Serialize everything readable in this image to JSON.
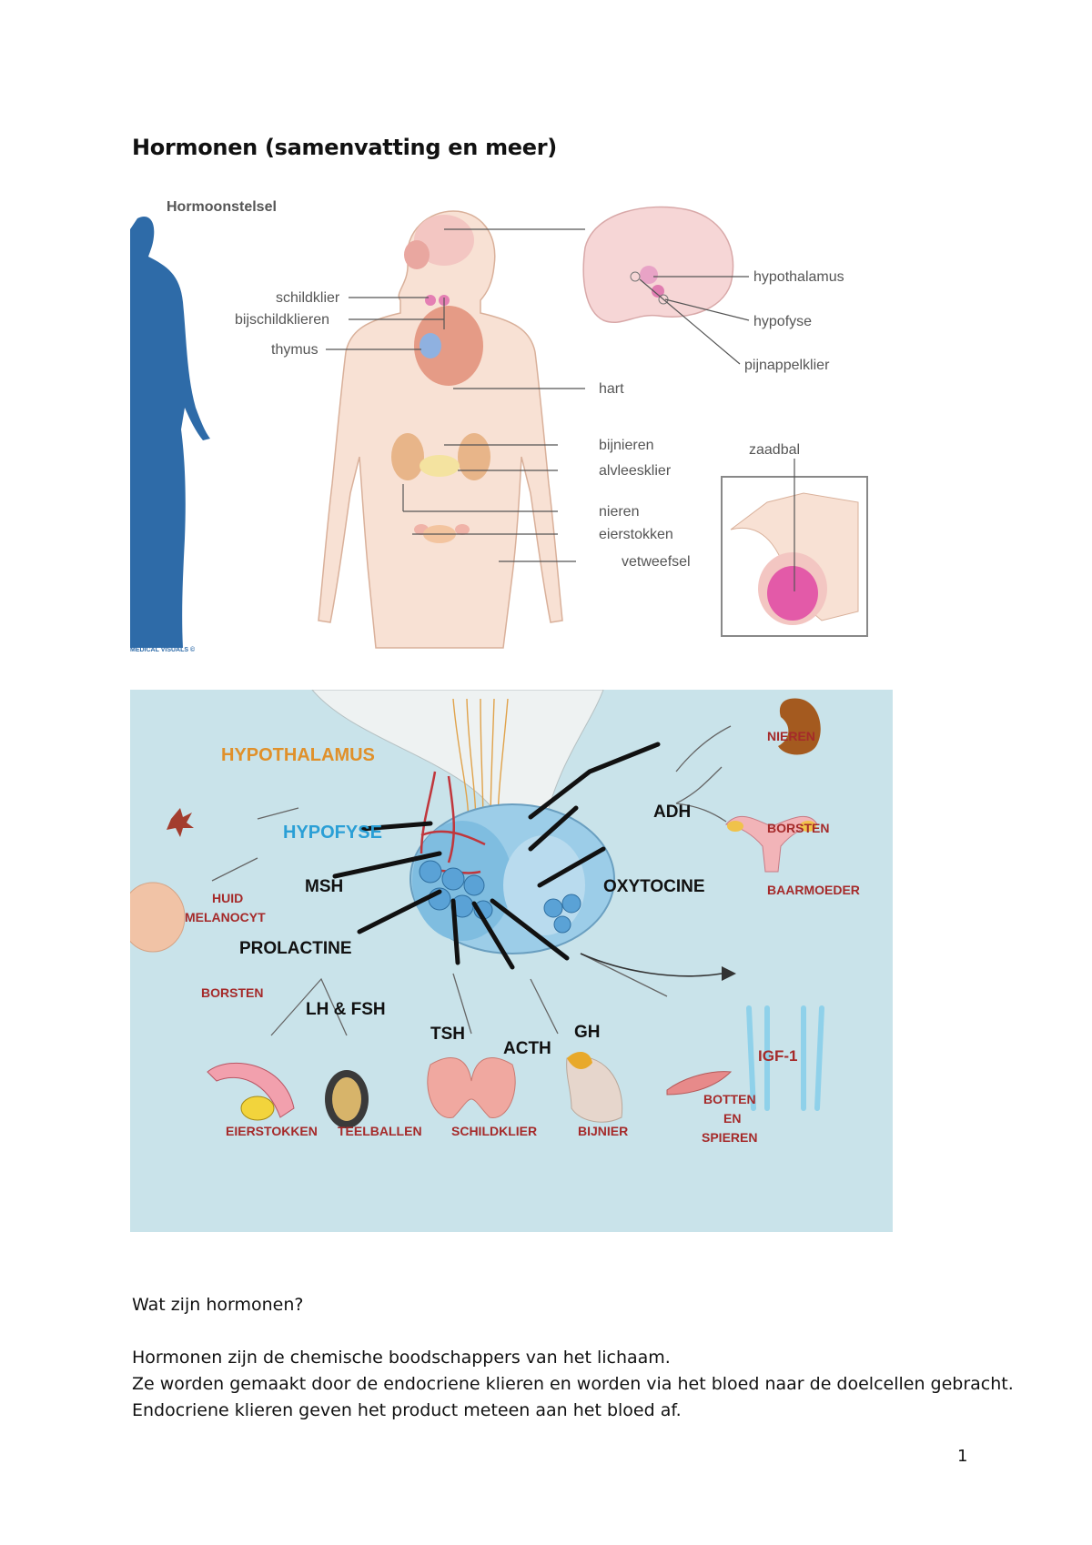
{
  "document": {
    "title": "Hormonen (samenvatting en meer)",
    "question": "Wat zijn hormonen?",
    "paragraphs": [
      "Hormonen zijn de chemische boodschappers van het lichaam.",
      "Ze worden gemaakt door de endocriene klieren en worden via het bloed naar de doelcellen gebracht.",
      "Endocriene klieren geven het product meteen aan het bloed af."
    ],
    "page_number": "1"
  },
  "figure1": {
    "heading": "Hormoonstelsel",
    "credit": "MEDICAL VISUALS ©",
    "labels": {
      "schildklier": "schildklier",
      "bijschildklieren": "bijschildklieren",
      "thymus": "thymus",
      "hypothalamus": "hypothalamus",
      "hypofyse": "hypofyse",
      "pijnappelklier": "pijnappelklier",
      "hart": "hart",
      "bijnieren": "bijnieren",
      "alvleesklier": "alvleesklier",
      "nieren": "nieren",
      "eierstokken": "eierstokken",
      "vetweefsel": "vetweefsel",
      "zaadbal": "zaadbal"
    }
  },
  "figure2": {
    "region_labels": {
      "hypothalamus": "HYPOTHALAMUS",
      "hypofyse": "HYPOFYSE"
    },
    "hormones": {
      "adh": "ADH",
      "oxytocine": "OXYTOCINE",
      "msh": "MSH",
      "prolactine": "PROLACTINE",
      "lh_fsh": "LH & FSH",
      "tsh": "TSH",
      "acth": "ACTH",
      "gh": "GH",
      "igf1": "IGF-1"
    },
    "targets": {
      "nieren": "NIEREN",
      "borsten_right": "BORSTEN",
      "baarmoeder": "BAARMOEDER",
      "huid": "HUID",
      "melanocyt": "MELANOCYT",
      "borsten_left": "BORSTEN",
      "eierstokken": "EIERSTOKKEN",
      "teelballen": "TEELBALLEN",
      "schildklier": "SCHILDKLIER",
      "bijnier": "BIJNIER",
      "botten": "BOTTEN",
      "en": "EN",
      "spieren": "SPIEREN"
    },
    "colors": {
      "background": "#c9e3ea",
      "hypothalamus": "#e0902a",
      "hypofyse": "#2a9fd6",
      "target_text": "#a52a2a",
      "blood_vessel": "#c0363c"
    }
  }
}
